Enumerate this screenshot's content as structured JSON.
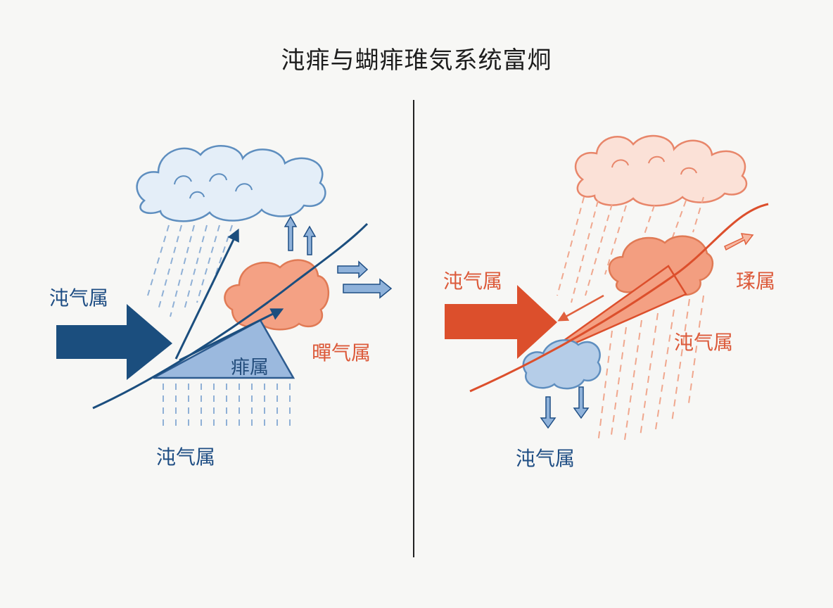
{
  "title": "沌痱与蝴痱琟気系统富炯",
  "left_panel": {
    "label_incoming": "沌气属",
    "label_wedge": "痱属",
    "label_warm": "暺气属",
    "label_bottom": "沌气属"
  },
  "right_panel": {
    "label_incoming": "沌气属",
    "label_upper": "瑈属",
    "label_mid": "沌气属",
    "label_bottom": "沌气属"
  },
  "colors": {
    "cold_dark": "#1b4e7e",
    "cold_light": "#8fb2da",
    "warm_dark": "#dc4f2c",
    "warm_light": "#f29a7c",
    "divider": "#222222"
  }
}
